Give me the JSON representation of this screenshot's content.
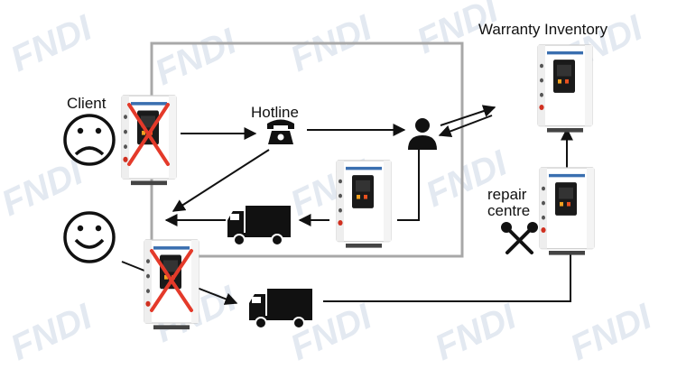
{
  "labels": {
    "client": "Client",
    "hotline": "Hotline",
    "warranty_inventory": "Warranty Inventory",
    "repair_line1": "repair",
    "repair_line2": "centre"
  },
  "watermark": "FNDI",
  "colors": {
    "line": "#111111",
    "frame": "#a8a8a8",
    "cross": "#e43a2a",
    "unit_body": "#ffffff",
    "unit_edge": "#cfcfcf",
    "screen_accent": "#f0a020",
    "watermark": "#dfe6ef"
  },
  "icons": [
    "sad-face-icon",
    "happy-face-icon",
    "telephone-icon",
    "person-icon",
    "truck-icon",
    "tools-icon",
    "red-cross-icon"
  ]
}
